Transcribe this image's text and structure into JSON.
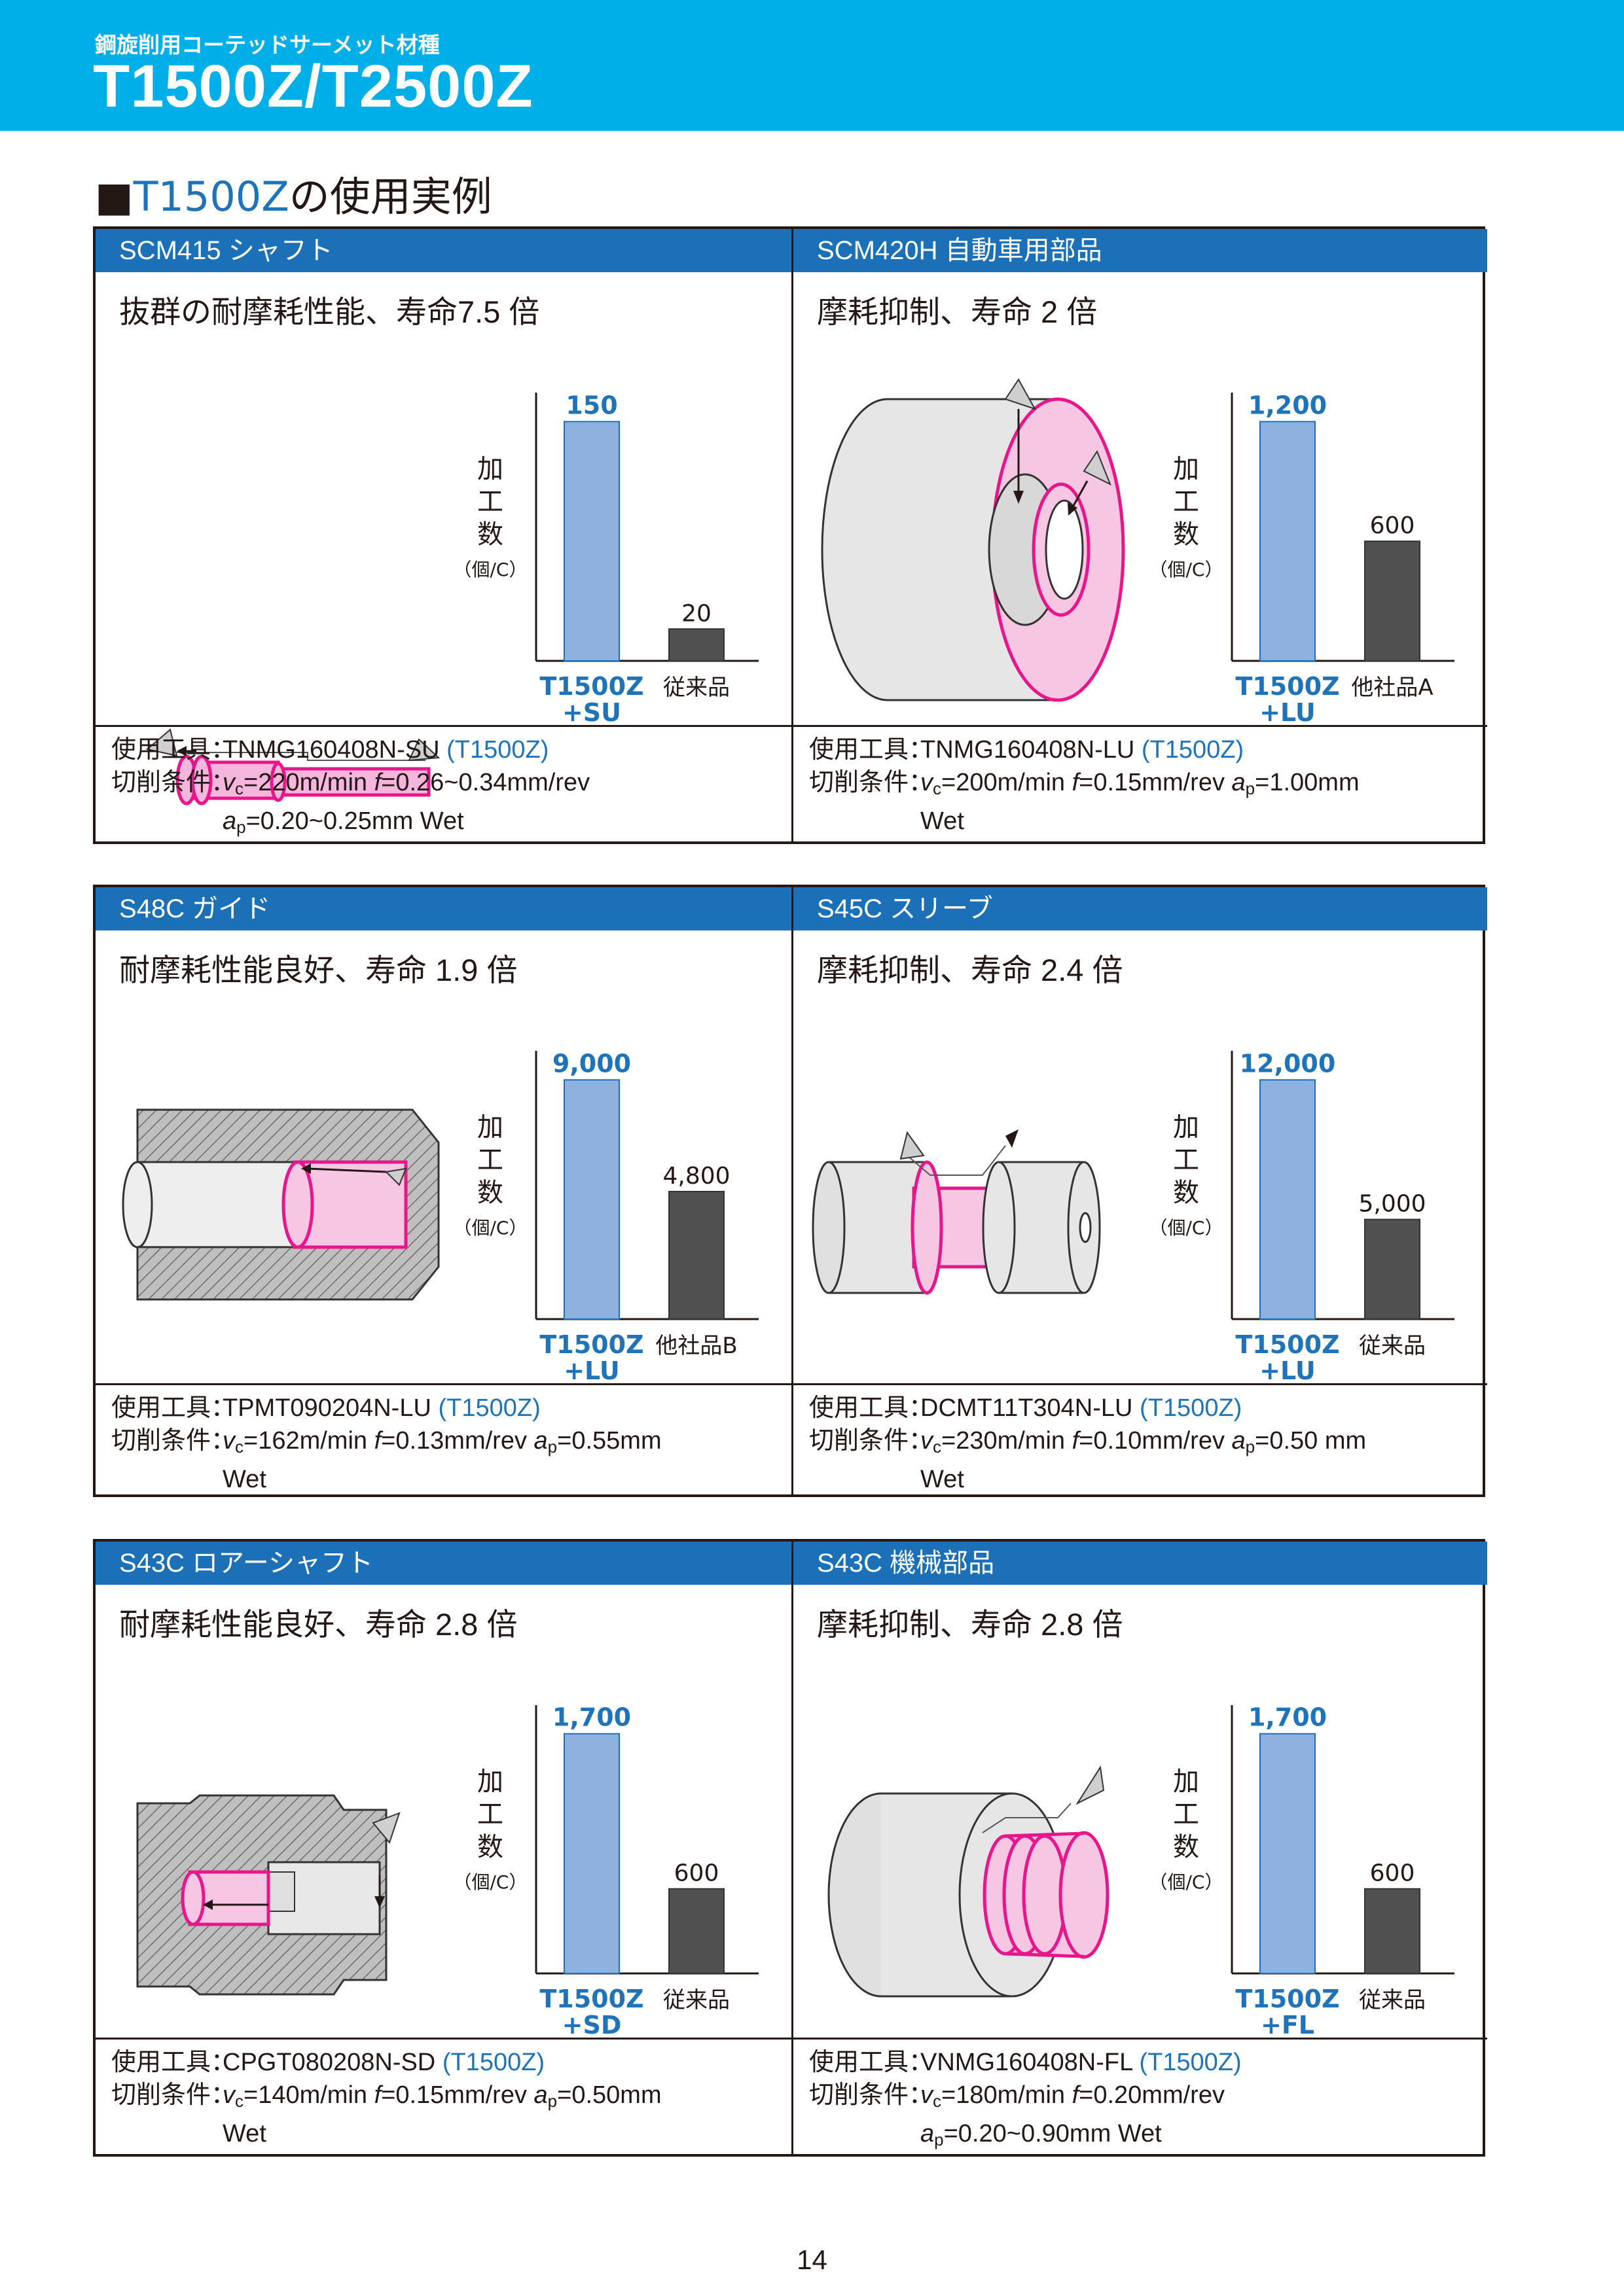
{
  "header": {
    "subtitle": "鋼旋削用コーテッドサーメット材種",
    "title": "T1500Z/T2500Z"
  },
  "section": {
    "square": "■",
    "model": "T1500Z",
    "rest": "の使用実例"
  },
  "colors": {
    "header_bg": "#00aee8",
    "panel_header": "#1b70b8",
    "bar_ours": "#8eb1df",
    "bar_other": "#505050",
    "accent_text": "#1f73b8",
    "workpiece_highlight": "#e8168a"
  },
  "y_axis_label": {
    "chars": [
      "加",
      "工",
      "数"
    ],
    "unit": "（個/C）"
  },
  "spec_labels": {
    "tool": "使用工具：",
    "cond": "切削条件："
  },
  "panels": [
    {
      "header": "SCM415 シャフト",
      "result": "抜群の耐摩耗性能、寿命7.5 倍",
      "tool": "TNMG160408N-SU",
      "grade": "(T1500Z)",
      "lines": [
        {
          "vc": "=220m/min",
          "f": "=0.26~0.34mm/rev",
          "ap": "",
          "wet": ""
        },
        {
          "vc": "",
          "f": "",
          "ap": "=0.20~0.25mm",
          "wet": "Wet"
        }
      ],
      "chart_data": {
        "type": "bar",
        "categories": [
          "T1500Z +SU",
          "従来品"
        ],
        "values": [
          150,
          20
        ],
        "value_labels": [
          "150",
          "20"
        ],
        "cat1_line1": "T1500Z",
        "cat1_line2": "+SU",
        "cat2": "従来品",
        "ylim": [
          0,
          160
        ]
      }
    },
    {
      "header": "SCM420H 自動車用部品",
      "result": "摩耗抑制、寿命 2 倍",
      "tool": "TNMG160408N-LU",
      "grade": "(T1500Z)",
      "lines": [
        {
          "vc": "=200m/min",
          "f": "=0.15mm/rev",
          "ap": "=1.00mm",
          "wet": ""
        },
        {
          "vc": "",
          "f": "",
          "ap": "",
          "wet": "Wet"
        }
      ],
      "chart_data": {
        "type": "bar",
        "categories": [
          "T1500Z +LU",
          "他社品A"
        ],
        "values": [
          1200,
          600
        ],
        "value_labels": [
          "1,200",
          "600"
        ],
        "cat1_line1": "T1500Z",
        "cat1_line2": "+LU",
        "cat2": "他社品A",
        "ylim": [
          0,
          1280
        ]
      }
    },
    {
      "header": "S48C ガイド",
      "result": "耐摩耗性能良好、寿命 1.9 倍",
      "tool": "TPMT090204N-LU",
      "grade": "(T1500Z)",
      "lines": [
        {
          "vc": "=162m/min",
          "f": "=0.13mm/rev",
          "ap": "=0.55mm",
          "wet": ""
        },
        {
          "vc": "",
          "f": "",
          "ap": "",
          "wet": "Wet"
        }
      ],
      "chart_data": {
        "type": "bar",
        "categories": [
          "T1500Z +LU",
          "他社品B"
        ],
        "values": [
          9000,
          4800
        ],
        "value_labels": [
          "9,000",
          "4,800"
        ],
        "cat1_line1": "T1500Z",
        "cat1_line2": "+LU",
        "cat2": "他社品B",
        "ylim": [
          0,
          9600
        ]
      }
    },
    {
      "header": "S45C スリーブ",
      "result": "摩耗抑制、寿命 2.4 倍",
      "tool": "DCMT11T304N-LU",
      "grade": "(T1500Z)",
      "lines": [
        {
          "vc": "=230m/min",
          "f": "=0.10mm/rev",
          "ap": "=0.50 mm",
          "wet": ""
        },
        {
          "vc": "",
          "f": "",
          "ap": "",
          "wet": "Wet"
        }
      ],
      "chart_data": {
        "type": "bar",
        "categories": [
          "T1500Z +LU",
          "従来品"
        ],
        "values": [
          12000,
          5000
        ],
        "value_labels": [
          "12,000",
          "5,000"
        ],
        "cat1_line1": "T1500Z",
        "cat1_line2": "+LU",
        "cat2": "従来品",
        "ylim": [
          0,
          12800
        ]
      }
    },
    {
      "header": "S43C ロアーシャフト",
      "result": "耐摩耗性能良好、寿命 2.8 倍",
      "tool": "CPGT080208N-SD",
      "grade": "(T1500Z)",
      "lines": [
        {
          "vc": "=140m/min",
          "f": "=0.15mm/rev",
          "ap": "=0.50mm",
          "wet": ""
        },
        {
          "vc": "",
          "f": "",
          "ap": "",
          "wet": "Wet"
        }
      ],
      "chart_data": {
        "type": "bar",
        "categories": [
          "T1500Z +SD",
          "従来品"
        ],
        "values": [
          1700,
          600
        ],
        "value_labels": [
          "1,700",
          "600"
        ],
        "cat1_line1": "T1500Z",
        "cat1_line2": "+SD",
        "cat2": "従来品",
        "ylim": [
          0,
          1810
        ]
      }
    },
    {
      "header": "S43C 機械部品",
      "result": "摩耗抑制、寿命 2.8 倍",
      "tool": "VNMG160408N-FL",
      "grade": "(T1500Z)",
      "lines": [
        {
          "vc": "=180m/min",
          "f": "=0.20mm/rev",
          "ap": "",
          "wet": ""
        },
        {
          "vc": "",
          "f": "",
          "ap": "=0.20~0.90mm",
          "wet": "Wet"
        }
      ],
      "chart_data": {
        "type": "bar",
        "categories": [
          "T1500Z +FL",
          "従来品"
        ],
        "values": [
          1700,
          600
        ],
        "value_labels": [
          "1,700",
          "600"
        ],
        "cat1_line1": "T1500Z",
        "cat1_line2": "+FL",
        "cat2": "従来品",
        "ylim": [
          0,
          1810
        ]
      }
    }
  ],
  "page_number": "14"
}
